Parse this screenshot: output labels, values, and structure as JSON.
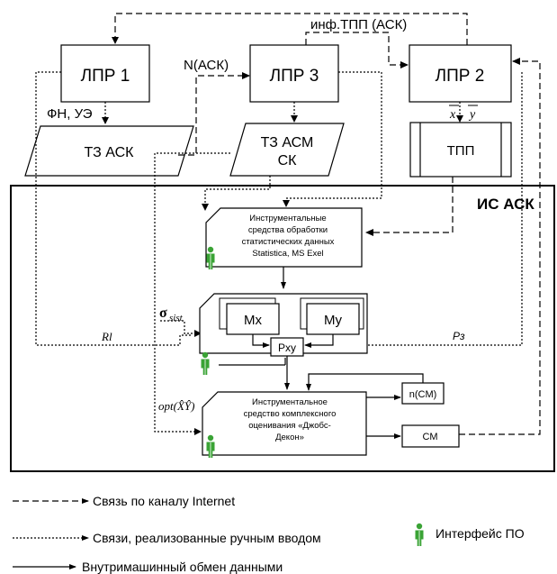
{
  "boxes": {
    "lpr1": "ЛПР 1",
    "lpr3": "ЛПР 3",
    "lpr2": "ЛПР 2",
    "tz_ask": "ТЗ АСК",
    "tz_asm_line1": "ТЗ АСМ",
    "tz_asm_line2": "СК",
    "tpp": "ТПП",
    "mx": "Mx",
    "my": "My",
    "pxy": "Pxy",
    "n_cm": "n(CM)",
    "cm": "CM"
  },
  "labels": {
    "inf_tpp": "инф.ТПП (АСК)",
    "n_ask": "N(АСК)",
    "fn_ue": "ФН, УЭ",
    "x": "x",
    "y": "y",
    "is_ask": "ИС АСК",
    "sigma": "σ",
    "sigma_sub": "sist",
    "rl": "Rl",
    "pz": "Pз",
    "opt": "opt(X̂Ŷ)"
  },
  "tools": {
    "stat_lines": [
      "Инструментальные",
      "средства обработки",
      "статистических данных",
      "Statistica, MS Exel"
    ],
    "eval_lines": [
      "Инструментальное",
      "средство комплексного",
      "оценивания «Джобс-",
      "Декон»"
    ]
  },
  "legend": {
    "internet": "Связь по каналу Internet",
    "manual": "Связи, реализованные ручным вводом",
    "internal": "Внутримашинный обмен данными",
    "interface": "Интерфейс ПО"
  },
  "colors": {
    "person": "#3aa335",
    "line": "#000000"
  }
}
